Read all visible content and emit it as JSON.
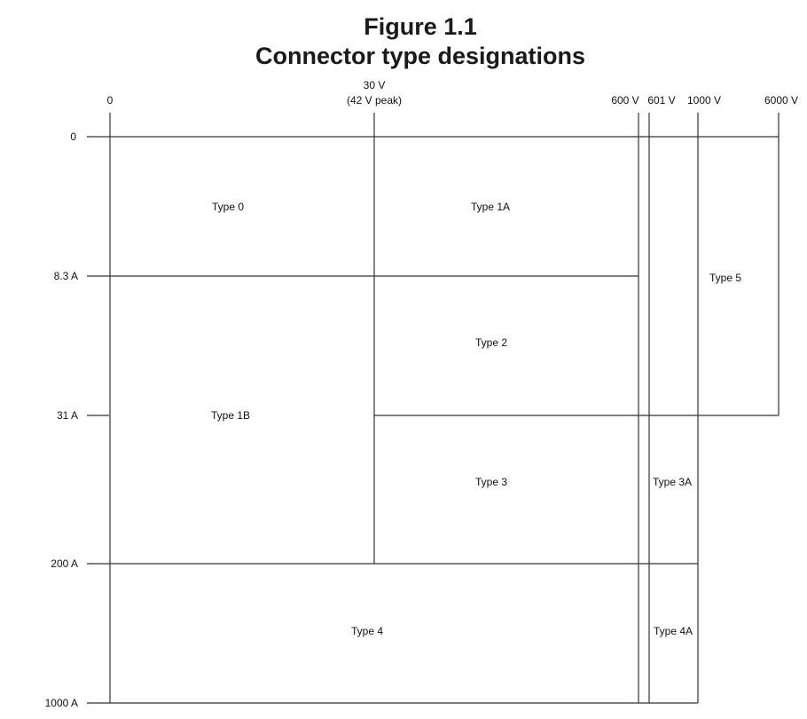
{
  "figure": {
    "number": "Figure 1.1",
    "title": "Connector type designations"
  },
  "voltage_axis": {
    "labels": [
      "0",
      "600 V",
      "601 V",
      "1000 V",
      "6000 V"
    ],
    "label_30v_line1": "30 V",
    "label_30v_line2": "(42 V peak)"
  },
  "current_axis": {
    "labels": [
      "0",
      "8.3 A",
      "31 A",
      "200 A",
      "1000 A"
    ]
  },
  "regions": {
    "type_0": "Type 0",
    "type_1a": "Type 1A",
    "type_1b": "Type 1B",
    "type_2": "Type 2",
    "type_3": "Type 3",
    "type_3a": "Type 3A",
    "type_4": "Type 4",
    "type_4a": "Type 4A",
    "type_5": "Type 5"
  }
}
